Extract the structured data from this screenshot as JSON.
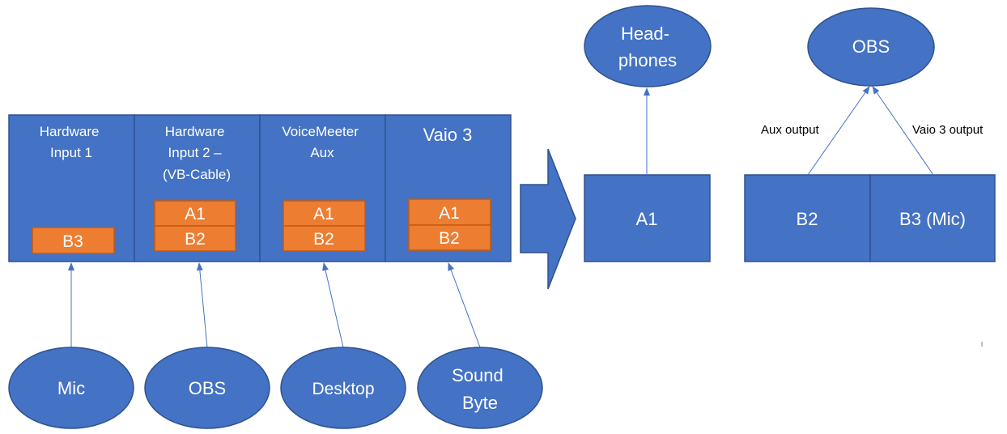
{
  "mixer": {
    "columns": [
      {
        "title_lines": [
          "Hardware",
          "Input 1"
        ],
        "chips": [
          "B3"
        ]
      },
      {
        "title_lines": [
          "Hardware",
          "Input 2 –",
          "(VB-Cable)"
        ],
        "chips": [
          "A1",
          "B2"
        ]
      },
      {
        "title_lines": [
          "VoiceMeeter",
          "Aux"
        ],
        "chips": [
          "A1",
          "B2"
        ]
      },
      {
        "title_lines": [
          "Vaio 3"
        ],
        "chips": [
          "A1",
          "B2"
        ]
      }
    ]
  },
  "sources": [
    {
      "lines": [
        "Mic"
      ]
    },
    {
      "lines": [
        "OBS"
      ]
    },
    {
      "lines": [
        "Desktop"
      ]
    },
    {
      "lines": [
        "Sound",
        "Byte"
      ]
    }
  ],
  "outputs": {
    "a1_box": "A1",
    "b2_box": "B2",
    "b3_box": "B3 (Mic)",
    "headphones_lines": [
      "Head-",
      "phones"
    ],
    "obs": "OBS",
    "aux_output_label": "Aux output",
    "vaio3_output_label": "Vaio 3 output"
  }
}
